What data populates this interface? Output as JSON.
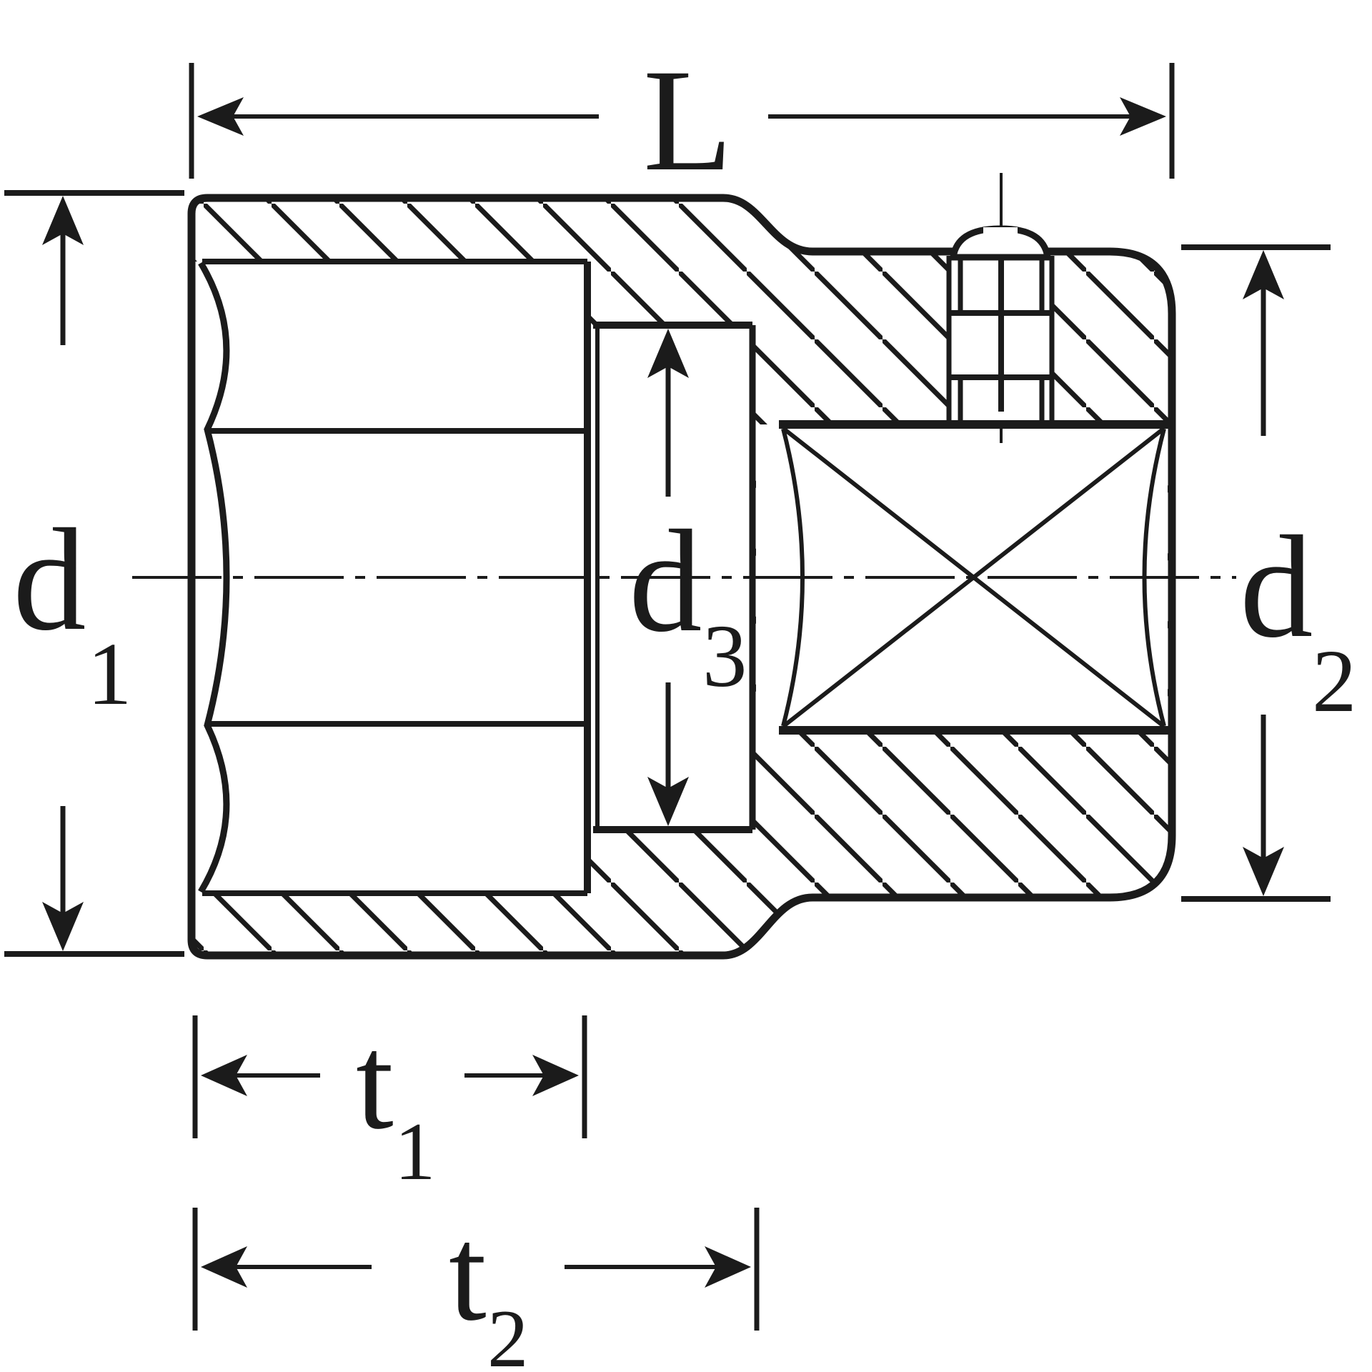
{
  "drawing": {
    "kind": "socket-cross-section-dimension-diagram",
    "ink_color": "#1b1b1b",
    "background_color": "#ffffff",
    "labels": {
      "length": {
        "base": "L",
        "sub": ""
      },
      "d1": {
        "base": "d",
        "sub": "1"
      },
      "d2": {
        "base": "d",
        "sub": "2"
      },
      "d3": {
        "base": "d",
        "sub": "3"
      },
      "t1": {
        "base": "t",
        "sub": "1"
      },
      "t2": {
        "base": "t",
        "sub": "2"
      }
    }
  }
}
